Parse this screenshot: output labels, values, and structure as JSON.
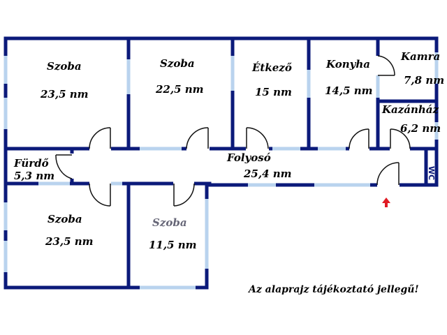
{
  "rooms": [
    {
      "id": "szoba-1",
      "name": "Szoba",
      "area": "23,5 nm"
    },
    {
      "id": "szoba-2",
      "name": "Szoba",
      "area": "22,5 nm"
    },
    {
      "id": "etkezo",
      "name": "Étkező",
      "area": "15 nm"
    },
    {
      "id": "konyha",
      "name": "Konyha",
      "area": "14,5 nm"
    },
    {
      "id": "kamra",
      "name": "Kamra",
      "area": "7,8 nm"
    },
    {
      "id": "kazanhaz",
      "name": "Kazánház",
      "area": "6,2 nm"
    },
    {
      "id": "furdo",
      "name": "Fürdő",
      "area": "5,3 nm"
    },
    {
      "id": "folyoso",
      "name": "Folyosó",
      "area": "25,4 nm"
    },
    {
      "id": "szoba-3",
      "name": "Szoba",
      "area": "23,5 nm"
    },
    {
      "id": "szoba-4",
      "name": "Szoba",
      "area": "11,5 nm"
    }
  ],
  "wc_label": "WC",
  "note": "Az alaprajz tájékoztató jellegű!",
  "colors": {
    "wall": "#0b1a7a",
    "window": "#b9d3ee",
    "entrance_arrow": "#e01b24"
  },
  "icons": {
    "entrance": "up-arrow-icon"
  }
}
